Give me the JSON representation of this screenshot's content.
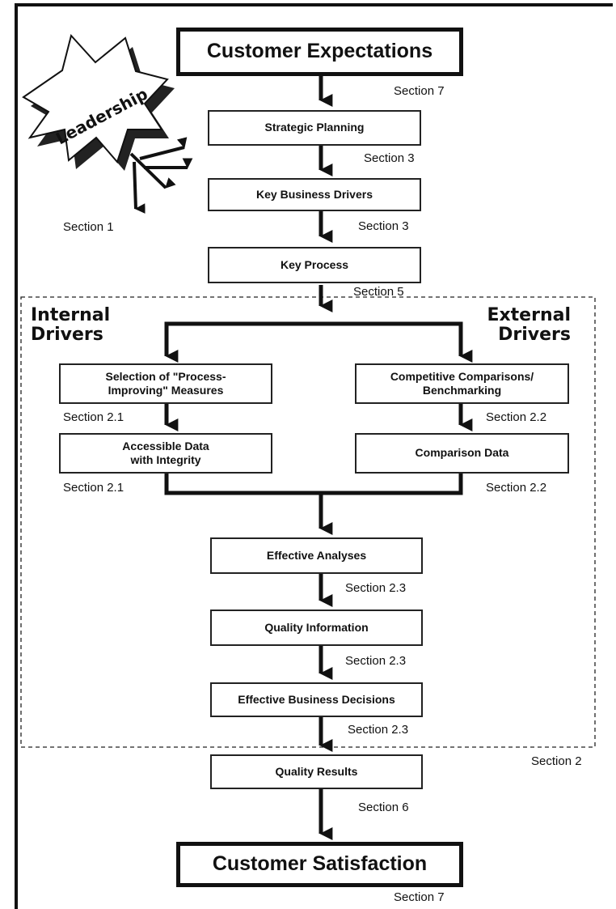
{
  "top": {
    "label": "Customer Expectations",
    "section": "Section 7"
  },
  "leadership": {
    "label": "Leadership",
    "section": "Section 1"
  },
  "strategic_planning": {
    "label": "Strategic Planning",
    "section": "Section 3"
  },
  "key_business_drivers": {
    "label": "Key Business Drivers",
    "section": "Section 3"
  },
  "key_process": {
    "label": "Key Process",
    "section": "Section 5"
  },
  "internal": {
    "heading_line1": "Internal",
    "heading_line2": "Drivers",
    "box1_line1": "Selection of \"Process-",
    "box1_line2": "Improving\" Measures",
    "box1_section": "Section 2.1",
    "box2_line1": "Accessible Data",
    "box2_line2": "with Integrity",
    "box2_section": "Section 2.1"
  },
  "external": {
    "heading_line1": "External",
    "heading_line2": "Drivers",
    "box1_line1": "Competitive Comparisons/",
    "box1_line2": "Benchmarking",
    "box1_section": "Section 2.2",
    "box2_label": "Comparison Data",
    "box2_section": "Section 2.2"
  },
  "effective_analyses": {
    "label": "Effective Analyses",
    "section": "Section 2.3"
  },
  "quality_information": {
    "label": "Quality Information",
    "section": "Section 2.3"
  },
  "effective_business_decisions": {
    "label": "Effective Business Decisions",
    "section": "Section 2.3"
  },
  "region_section": "Section 2",
  "quality_results": {
    "label": "Quality Results",
    "section": "Section 6"
  },
  "bottom": {
    "label": "Customer Satisfaction",
    "section": "Section 7"
  }
}
